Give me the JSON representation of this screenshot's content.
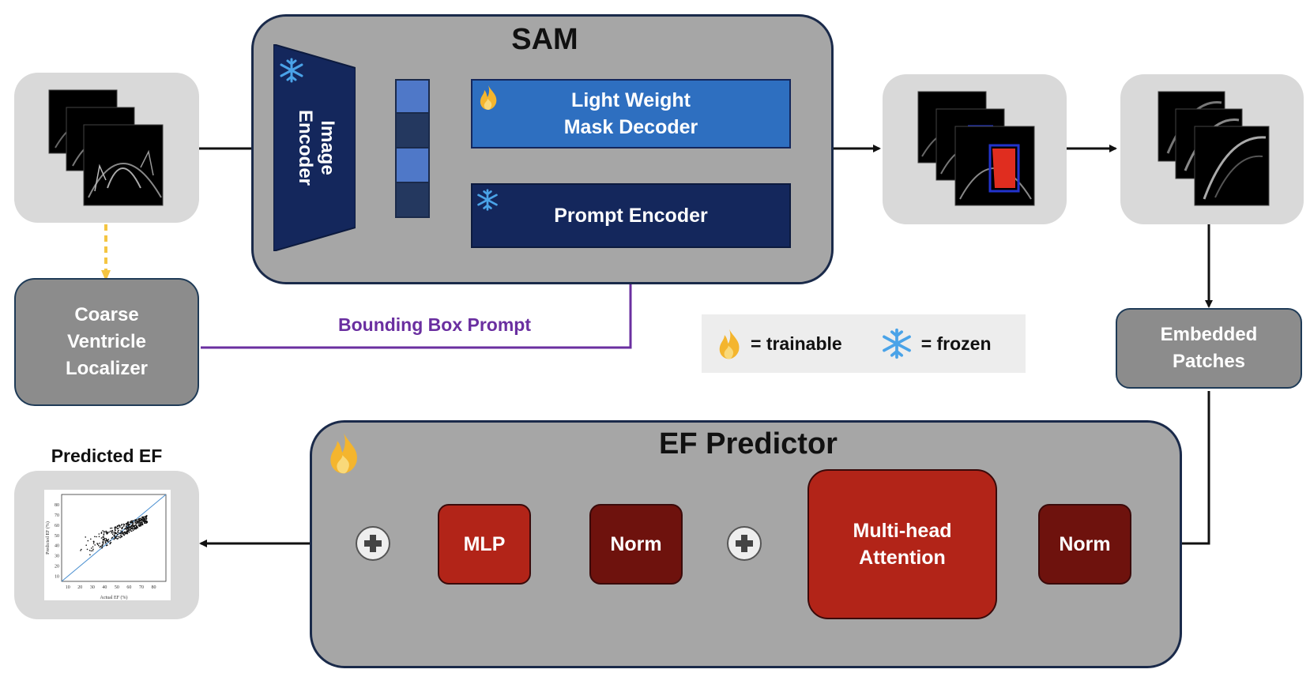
{
  "sam": {
    "title": "SAM"
  },
  "image_encoder": {
    "label_line1": "Image",
    "label_line2": "Encoder"
  },
  "mask_decoder": {
    "label_line1": "Light Weight",
    "label_line2": "Mask Decoder"
  },
  "prompt_encoder": {
    "label": "Prompt Encoder"
  },
  "localizer": {
    "line1": "Coarse",
    "line2": "Ventricle",
    "line3": "Localizer"
  },
  "bbox_prompt": {
    "label": "Bounding Box Prompt"
  },
  "legend": {
    "trainable": "= trainable",
    "frozen": "= frozen"
  },
  "embedded_patches": {
    "line1": "Embedded",
    "line2": "Patches"
  },
  "ef_predictor": {
    "title": "EF Predictor",
    "mlp": "MLP",
    "norm_left": "Norm",
    "attention_line1": "Multi-head",
    "attention_line2": "Attention",
    "norm_right": "Norm"
  },
  "output": {
    "title": "Predicted EF",
    "plot": {
      "xlabel": "Actual EF (%)",
      "ylabel": "Predicted EF (%)",
      "x_ticks": [
        "10",
        "20",
        "30",
        "40",
        "50",
        "60",
        "70",
        "80"
      ],
      "y_ticks": [
        "10",
        "20",
        "30",
        "40",
        "50",
        "60",
        "70",
        "80"
      ]
    }
  },
  "colors": {
    "flow_arrow": "#111111",
    "bbox_arrow": "#6a2fa0",
    "dashed_arrow": "#f4c542",
    "encoder": "#14275c",
    "decoder": "#2e6fc0",
    "red_light": "#b22418",
    "red_dark": "#6e120d",
    "fire": "#f4b52e",
    "snow": "#4aa3e8"
  }
}
